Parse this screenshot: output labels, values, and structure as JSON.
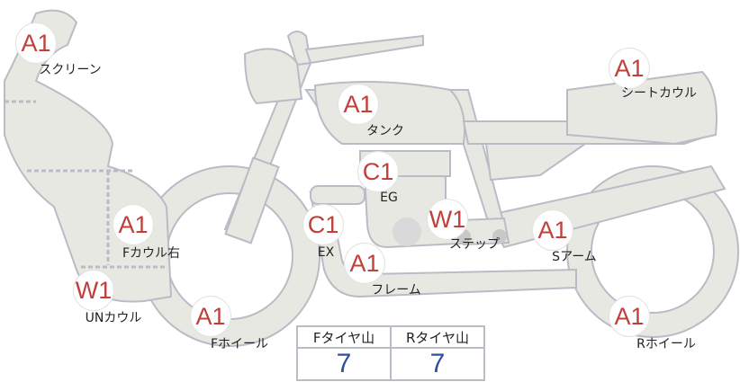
{
  "parts": [
    {
      "grade": "A1",
      "label": "スクリーン"
    },
    {
      "grade": "A1",
      "label": "タンク"
    },
    {
      "grade": "A1",
      "label": "シートカウル"
    },
    {
      "grade": "C1",
      "label": "EG"
    },
    {
      "grade": "C1",
      "label": "EX"
    },
    {
      "grade": "W1",
      "label": "ステップ"
    },
    {
      "grade": "A1",
      "label": "Sアーム"
    },
    {
      "grade": "A1",
      "label": "Fカウル右"
    },
    {
      "grade": "A1",
      "label": "フレーム"
    },
    {
      "grade": "W1",
      "label": "UNカウル"
    },
    {
      "grade": "A1",
      "label": "Fホイール"
    },
    {
      "grade": "A1",
      "label": "Rホイール"
    }
  ],
  "tire": {
    "front_label": "Fタイヤ山",
    "rear_label": "Rタイヤ山",
    "front_value": "7",
    "rear_value": "7"
  }
}
